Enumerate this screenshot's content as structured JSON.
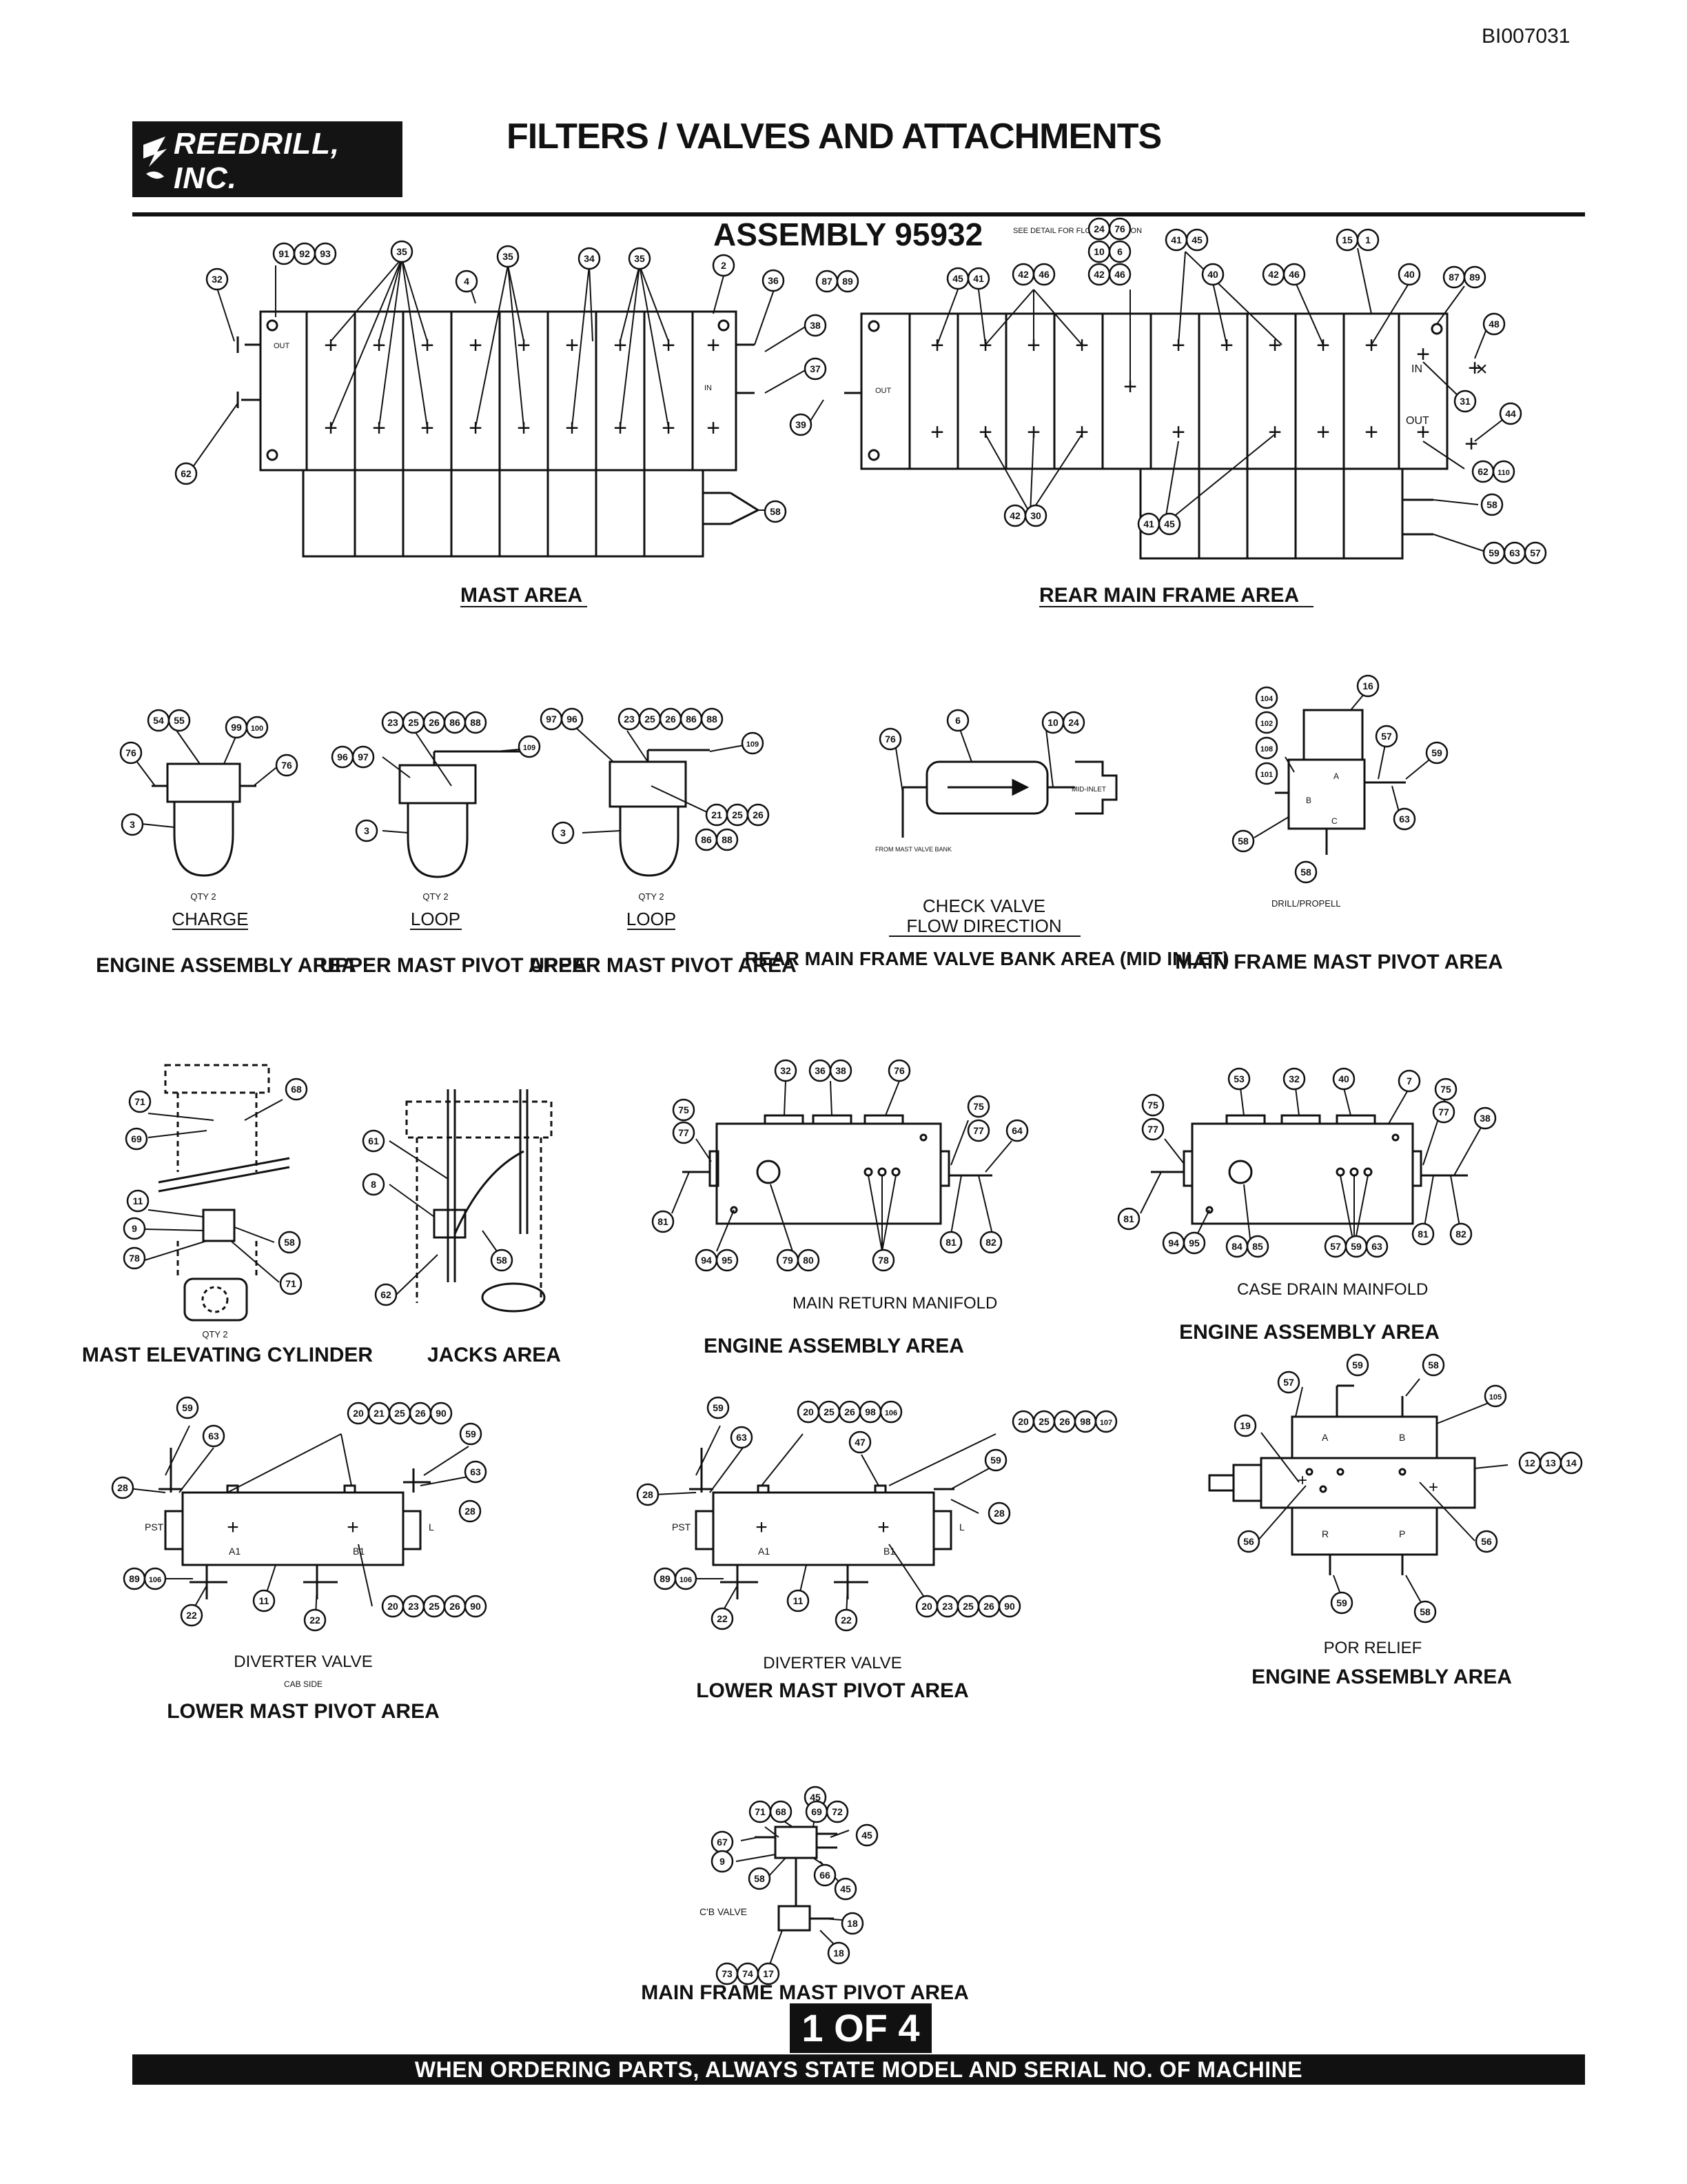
{
  "doc_id": "BI007031",
  "logo_text": "REEDRILL, INC.",
  "page_title": "FILTERS / VALVES AND ATTACHMENTS",
  "assembly_title": "ASSEMBLY 95932",
  "flow_note": "SEE DETAIL FOR FLOW DIRECTION",
  "labels": {
    "mast_area": "MAST AREA",
    "rear_main_frame_area": "REAR MAIN FRAME AREA",
    "port_out": "OUT",
    "port_in": "IN",
    "charge_qty": "QTY 2",
    "charge": "CHARGE",
    "engine_assembly_area": "ENGINE ASSEMBLY AREA",
    "loop_qty": "QTY 2",
    "loop": "LOOP",
    "upper_mast_pivot_area": "UPPER MAST PIVOT AREA",
    "check_valve": "CHECK VALVE",
    "flow_direction": "FLOW DIRECTION",
    "mid_inlet": "MID-INLET",
    "from_mast_valve_bank": "FROM MAST VALVE BANK",
    "rear_main_frame_valve_bank_area": "REAR MAIN FRAME VALVE BANK AREA (MID INLET)",
    "drill_propell": "DRILL/PROPELL",
    "main_frame_mast_pivot_area": "MAIN FRAME MAST PIVOT AREA",
    "mast_elevating_qty": "QTY 2",
    "mast_elevating_cylinder": "MAST ELEVATING CYLINDER",
    "jacks_area": "JACKS AREA",
    "main_return_manifold": "MAIN RETURN MANIFOLD",
    "case_drain_manifold": "CASE DRAIN MAINFOLD",
    "diverter_valve": "DIVERTER VALVE",
    "cab_side": "CAB SIDE",
    "lower_mast_pivot_area": "LOWER MAST PIVOT AREA",
    "por_relief": "POR RELIEF",
    "cb_valve": "C'B VALVE",
    "port_pst": "PST",
    "port_l": "L",
    "port_a1": "A1",
    "port_b1": "B1",
    "port_a": "A",
    "port_b": "B",
    "port_r": "R",
    "port_p": "P",
    "port_c": "C"
  },
  "page_indicator": "1 OF 4",
  "footer": "WHEN ORDERING PARTS, ALWAYS STATE MODEL AND SERIAL NO. OF MACHINE",
  "callouts": {
    "mast": [
      [
        "32"
      ],
      [
        "91",
        "92",
        "93"
      ],
      [
        "35"
      ],
      [
        "4"
      ],
      [
        "35"
      ],
      [
        "34"
      ],
      [
        "35"
      ],
      [
        "2"
      ],
      [
        "36"
      ],
      [
        "38"
      ],
      [
        "37"
      ],
      [
        "39"
      ],
      [
        "62"
      ],
      [
        "58"
      ]
    ],
    "rear": [
      [
        "87",
        "89"
      ],
      [
        "24",
        "76"
      ],
      [
        "10",
        "6"
      ],
      [
        "42",
        "46"
      ],
      [
        "45",
        "41"
      ],
      [
        "42",
        "46"
      ],
      [
        "41",
        "45"
      ],
      [
        "40"
      ],
      [
        "42",
        "46"
      ],
      [
        "15",
        "1"
      ],
      [
        "40"
      ],
      [
        "87",
        "89"
      ],
      [
        "48"
      ],
      [
        "31"
      ],
      [
        "44"
      ],
      [
        "62",
        "110"
      ],
      [
        "42",
        "30"
      ],
      [
        "41",
        "45"
      ],
      [
        "58"
      ],
      [
        "59",
        "63",
        "57"
      ]
    ],
    "engine_charge": [
      [
        "54",
        "55"
      ],
      [
        "99",
        "100"
      ],
      [
        "76"
      ],
      [
        "76"
      ],
      [
        "3"
      ]
    ],
    "upper_mast_1": [
      [
        "23",
        "25",
        "26",
        "86",
        "88"
      ],
      [
        "96",
        "97"
      ],
      [
        "109"
      ],
      [
        "3"
      ]
    ],
    "upper_mast_2": [
      [
        "97",
        "96"
      ],
      [
        "23",
        "25",
        "26",
        "86",
        "88"
      ],
      [
        "109"
      ],
      [
        "21",
        "25",
        "26"
      ],
      [
        "86",
        "88"
      ],
      [
        "3"
      ]
    ],
    "check_valve": [
      [
        "76"
      ],
      [
        "6"
      ],
      [
        "10",
        "24"
      ]
    ],
    "main_frame_pivot": [
      [
        "16"
      ],
      [
        "104"
      ],
      [
        "102"
      ],
      [
        "108"
      ],
      [
        "101"
      ],
      [
        "57"
      ],
      [
        "59"
      ],
      [
        "63"
      ],
      [
        "58"
      ],
      [
        "58"
      ]
    ],
    "mast_elev": [
      [
        "68"
      ],
      [
        "71"
      ],
      [
        "69"
      ],
      [
        "11"
      ],
      [
        "9"
      ],
      [
        "78"
      ],
      [
        "58"
      ],
      [
        "71"
      ]
    ],
    "jacks": [
      [
        "61"
      ],
      [
        "8"
      ],
      [
        "58"
      ],
      [
        "62"
      ]
    ],
    "main_return": [
      [
        "32"
      ],
      [
        "36",
        "38"
      ],
      [
        "76"
      ],
      [
        "75"
      ],
      [
        "77"
      ],
      [
        "75"
      ],
      [
        "77"
      ],
      [
        "64"
      ],
      [
        "81"
      ],
      [
        "94",
        "95"
      ],
      [
        "79",
        "80"
      ],
      [
        "78"
      ],
      [
        "81"
      ],
      [
        "82"
      ]
    ],
    "case_drain": [
      [
        "53"
      ],
      [
        "32"
      ],
      [
        "40"
      ],
      [
        "7"
      ],
      [
        "75"
      ],
      [
        "77"
      ],
      [
        "75"
      ],
      [
        "77"
      ],
      [
        "38"
      ],
      [
        "81"
      ],
      [
        "94",
        "95"
      ],
      [
        "84",
        "85"
      ],
      [
        "57",
        "59",
        "63"
      ],
      [
        "81"
      ],
      [
        "82"
      ]
    ],
    "diverter_1": [
      [
        "59"
      ],
      [
        "63"
      ],
      [
        "20",
        "21",
        "25",
        "26",
        "90"
      ],
      [
        "59"
      ],
      [
        "63"
      ],
      [
        "28"
      ],
      [
        "28"
      ],
      [
        "89",
        "106"
      ],
      [
        "22"
      ],
      [
        "11"
      ],
      [
        "22"
      ],
      [
        "20",
        "23",
        "25",
        "26",
        "90"
      ]
    ],
    "diverter_2": [
      [
        "59"
      ],
      [
        "63"
      ],
      [
        "20",
        "25",
        "26",
        "98",
        "106"
      ],
      [
        "47"
      ],
      [
        "20",
        "25",
        "26",
        "98",
        "107"
      ],
      [
        "59"
      ],
      [
        "28"
      ],
      [
        "28"
      ],
      [
        "89",
        "106"
      ],
      [
        "22"
      ],
      [
        "11"
      ],
      [
        "22"
      ],
      [
        "20",
        "23",
        "25",
        "26",
        "90"
      ]
    ],
    "por_relief": [
      [
        "59"
      ],
      [
        "58"
      ],
      [
        "57"
      ],
      [
        "105"
      ],
      [
        "19"
      ],
      [
        "12",
        "13",
        "14"
      ],
      [
        "56"
      ],
      [
        "56"
      ],
      [
        "59"
      ],
      [
        "58"
      ]
    ],
    "cb_valve": [
      [
        "45"
      ],
      [
        "71",
        "68"
      ],
      [
        "69",
        "72"
      ],
      [
        "45"
      ],
      [
        "67"
      ],
      [
        "9"
      ],
      [
        "58"
      ],
      [
        "66"
      ],
      [
        "45"
      ],
      [
        "18"
      ],
      [
        "73",
        "74",
        "17"
      ],
      [
        "18"
      ]
    ]
  }
}
